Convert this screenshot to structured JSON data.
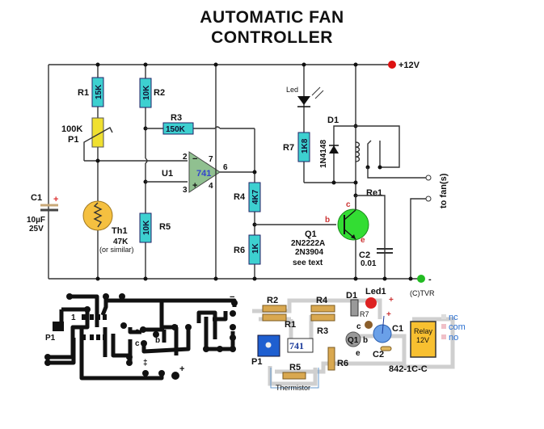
{
  "title": {
    "line1": "AUTOMATIC FAN",
    "line2": "CONTROLLER"
  },
  "colors": {
    "wire": "#333333",
    "resistor_fill": "#3dd0d0",
    "pot_fill": "#f0e030",
    "thermistor_fill": "#f5c040",
    "opamp_fill": "#90c090",
    "transistor_fill": "#33dd33",
    "plus12_dot": "#dd1111",
    "ground_dot": "#22bb22",
    "relay_fill": "#f8c030"
  },
  "schematic": {
    "supply_label": "+12V",
    "ground_label": "-",
    "copyright": "(C)TVR",
    "fan_label": "to fan(s)",
    "components": {
      "R1": {
        "label": "R1",
        "value": "15K"
      },
      "R2": {
        "label": "R2",
        "value": "10K"
      },
      "R3": {
        "label": "R3",
        "value": "150K"
      },
      "R4": {
        "label": "R4",
        "value": "4K7"
      },
      "R5": {
        "label": "R5",
        "value": "10K"
      },
      "R6": {
        "label": "R6",
        "value": "1K"
      },
      "R7": {
        "label": "R7",
        "value": "1K8"
      },
      "P1": {
        "label": "P1",
        "value": "100K"
      },
      "C1": {
        "label": "C1",
        "value1": "10µF",
        "value2": "25V",
        "polarity": "+"
      },
      "C2": {
        "label": "C2",
        "value": "0.01"
      },
      "Th1": {
        "label": "Th1",
        "value": "47K",
        "note": "(or similar)"
      },
      "U1": {
        "label": "U1",
        "part": "741",
        "pin2": "2",
        "pin3": "3",
        "pin4": "4",
        "pin6": "6",
        "pin7": "7",
        "minus": "−",
        "plus": "+"
      },
      "Q1": {
        "label": "Q1",
        "part1": "2N2222A",
        "part2": "2N3904",
        "note": "see text",
        "b": "b",
        "c": "c",
        "e": "e"
      },
      "D1": {
        "label": "D1",
        "part": "1N4148"
      },
      "Led": {
        "label": "Led"
      },
      "Re1": {
        "label": "Re1"
      }
    }
  },
  "pcb": {
    "pin1": "1",
    "p1": "P1",
    "e": "e",
    "b": "b",
    "c": "c",
    "plus": "+",
    "minus": "−",
    "diode_mark": "‡"
  },
  "layout_view": {
    "R1": "R1",
    "R2": "R2",
    "R3": "R3",
    "R4": "R4",
    "R5": "R5",
    "R6": "R6",
    "R7": "R7",
    "P1": "P1",
    "D1": "D1",
    "Led1": "Led1",
    "C1": "C1",
    "C2": "C2",
    "Q1": "Q1",
    "q_c": "c",
    "q_b": "b",
    "q_e": "e",
    "ic": "741",
    "thermistor": "Thermistor",
    "relay_line1": "Relay",
    "relay_line2": "12V",
    "relay_part": "842-1C-C",
    "nc": "nc",
    "com": "com",
    "no": "no",
    "plus": "+"
  }
}
